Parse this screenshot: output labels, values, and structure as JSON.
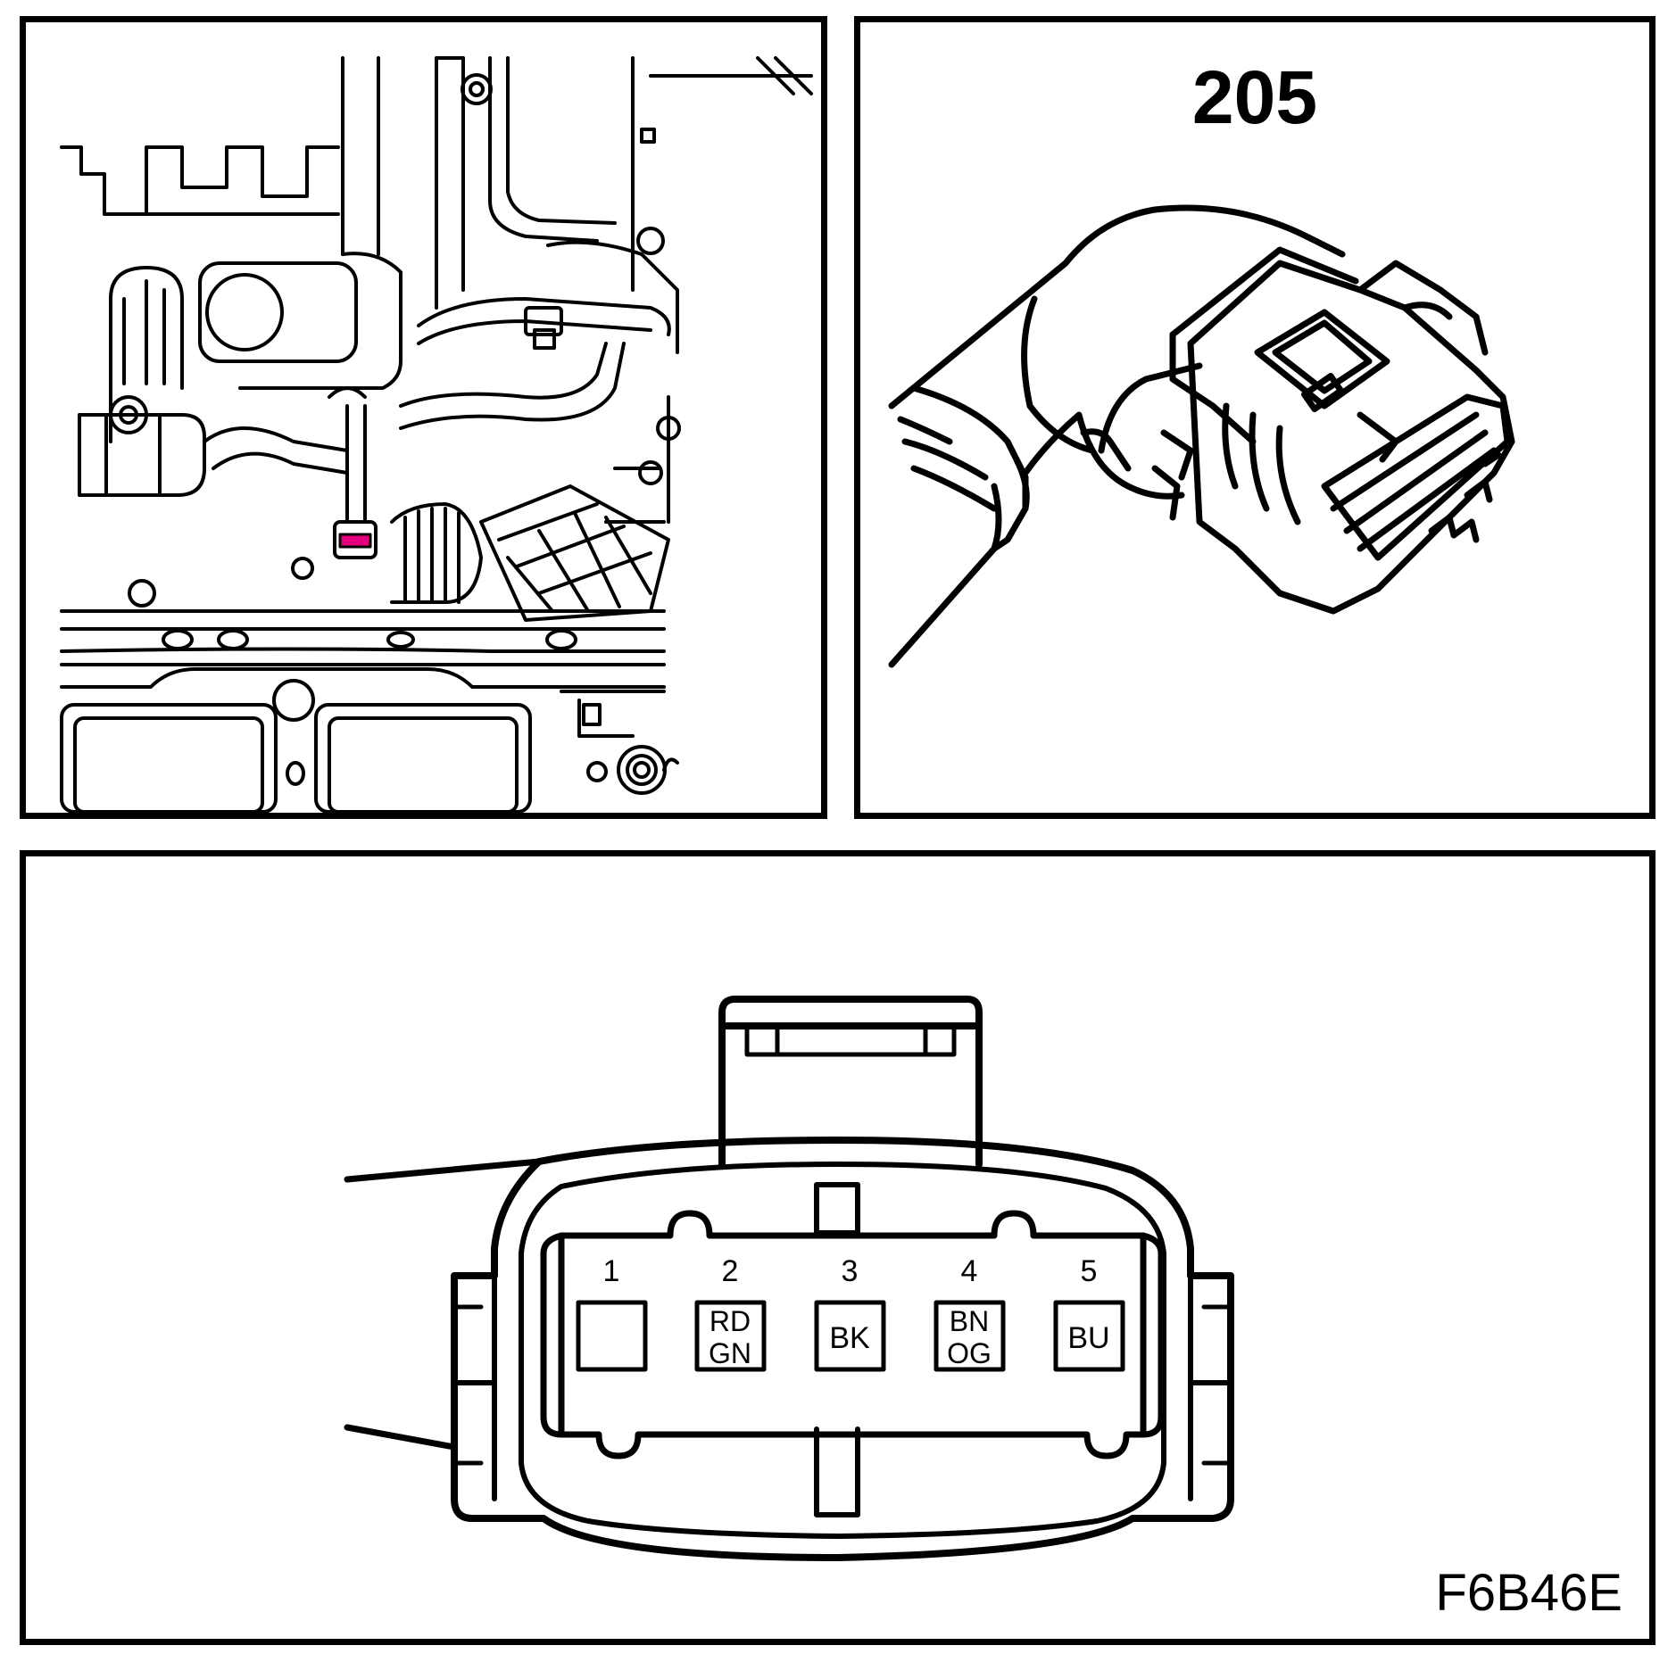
{
  "connector_view": {
    "number": "205"
  },
  "pinout": {
    "pins": [
      {
        "number": "1",
        "wire": [
          "",
          ""
        ]
      },
      {
        "number": "2",
        "wire": [
          "RD",
          "GN"
        ]
      },
      {
        "number": "3",
        "wire": [
          "BK",
          ""
        ]
      },
      {
        "number": "4",
        "wire": [
          "BN",
          "OG"
        ]
      },
      {
        "number": "5",
        "wire": [
          "BU",
          ""
        ]
      }
    ]
  },
  "figure_code": "F6B46E",
  "colors": {
    "line": "#000000",
    "background": "#ffffff",
    "location_marker": "#e6007e"
  },
  "icons": [
    "engine-bay-illustration",
    "hand-connector-illustration",
    "connector-face-drawing"
  ]
}
